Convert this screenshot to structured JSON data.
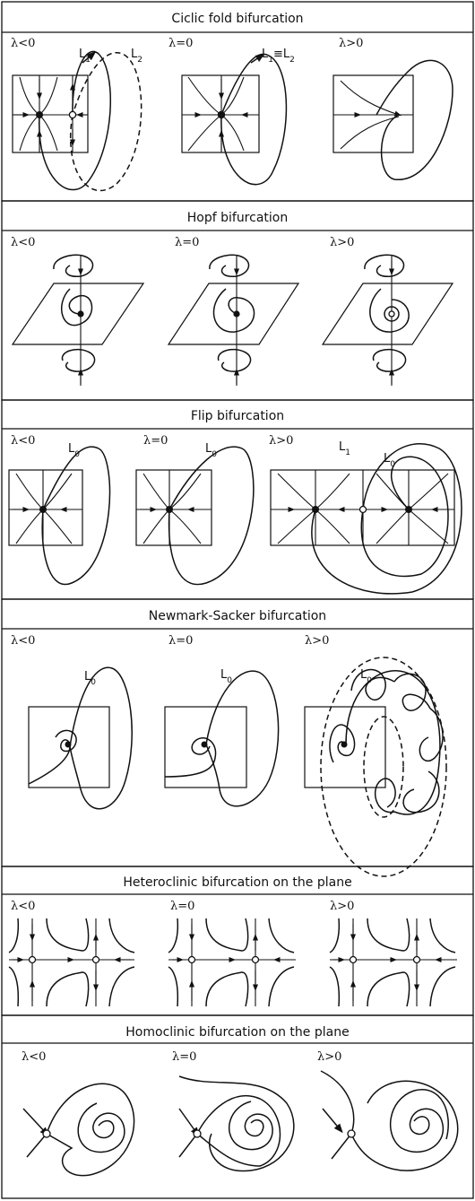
{
  "panels": [
    {
      "title": "Ciclic fold bifurcation",
      "cases": [
        {
          "lambda": "λ<0",
          "labels": [
            "L1",
            "L2"
          ]
        },
        {
          "lambda": "λ=0",
          "labels": [
            "L1≡L2"
          ]
        },
        {
          "lambda": "λ>0",
          "labels": []
        }
      ]
    },
    {
      "title": "Hopf bifurcation",
      "cases": [
        {
          "lambda": "λ<0"
        },
        {
          "lambda": "λ=0"
        },
        {
          "lambda": "λ>0"
        }
      ]
    },
    {
      "title": "Flip bifurcation",
      "cases": [
        {
          "lambda": "λ<0",
          "labels": [
            "L0"
          ]
        },
        {
          "lambda": "λ=0",
          "labels": [
            "L0"
          ]
        },
        {
          "lambda": "λ>0",
          "labels": [
            "L1",
            "L0"
          ]
        }
      ]
    },
    {
      "title": "Newmark-Sacker bifurcation",
      "cases": [
        {
          "lambda": "λ<0",
          "labels": [
            "L0"
          ]
        },
        {
          "lambda": "λ=0",
          "labels": [
            "L0"
          ]
        },
        {
          "lambda": "λ>0",
          "labels": [
            "L0"
          ]
        }
      ]
    },
    {
      "title": "Heteroclinic bifurcation on the plane",
      "cases": [
        {
          "lambda": "λ<0"
        },
        {
          "lambda": "λ=0"
        },
        {
          "lambda": "λ>0"
        }
      ]
    },
    {
      "title": "Homoclinic bifurcation on the plane",
      "cases": [
        {
          "lambda": "λ<0"
        },
        {
          "lambda": "λ=0"
        },
        {
          "lambda": "λ>0"
        }
      ]
    }
  ]
}
